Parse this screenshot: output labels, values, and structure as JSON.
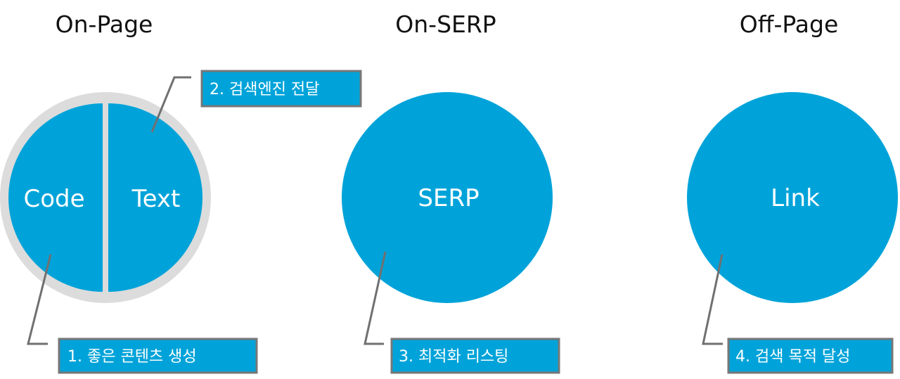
{
  "colors": {
    "circle_fill": "#00A3D9",
    "ring": "#DCDCDC",
    "box_border": "#777777",
    "leader_line": "#707070",
    "heading_text": "#111111",
    "label_text": "#FFFFFF"
  },
  "columns": [
    {
      "heading": "On-Page",
      "halves": [
        "Code",
        "Text"
      ]
    },
    {
      "heading": "On-SERP",
      "label": "SERP"
    },
    {
      "heading": "Off-Page",
      "label": "Link"
    }
  ],
  "steps": [
    "1. 좋은 콘텐츠 생성",
    "2. 검색엔진 전달",
    "3. 최적화 리스팅",
    "4. 검색 목적 달성"
  ]
}
